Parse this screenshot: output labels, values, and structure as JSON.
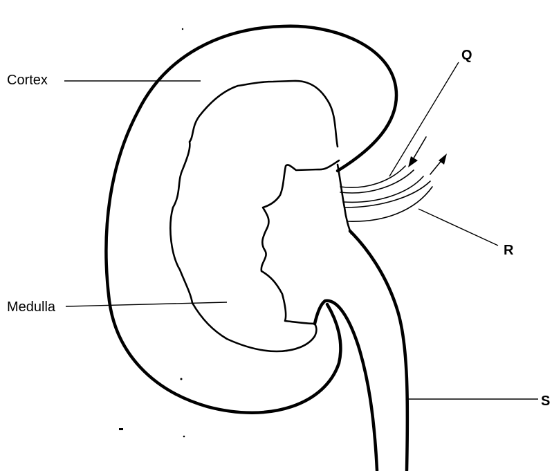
{
  "labels": {
    "cortex": "Cortex",
    "medulla": "Medulla",
    "q": "Q",
    "r": "R",
    "s": "S"
  }
}
